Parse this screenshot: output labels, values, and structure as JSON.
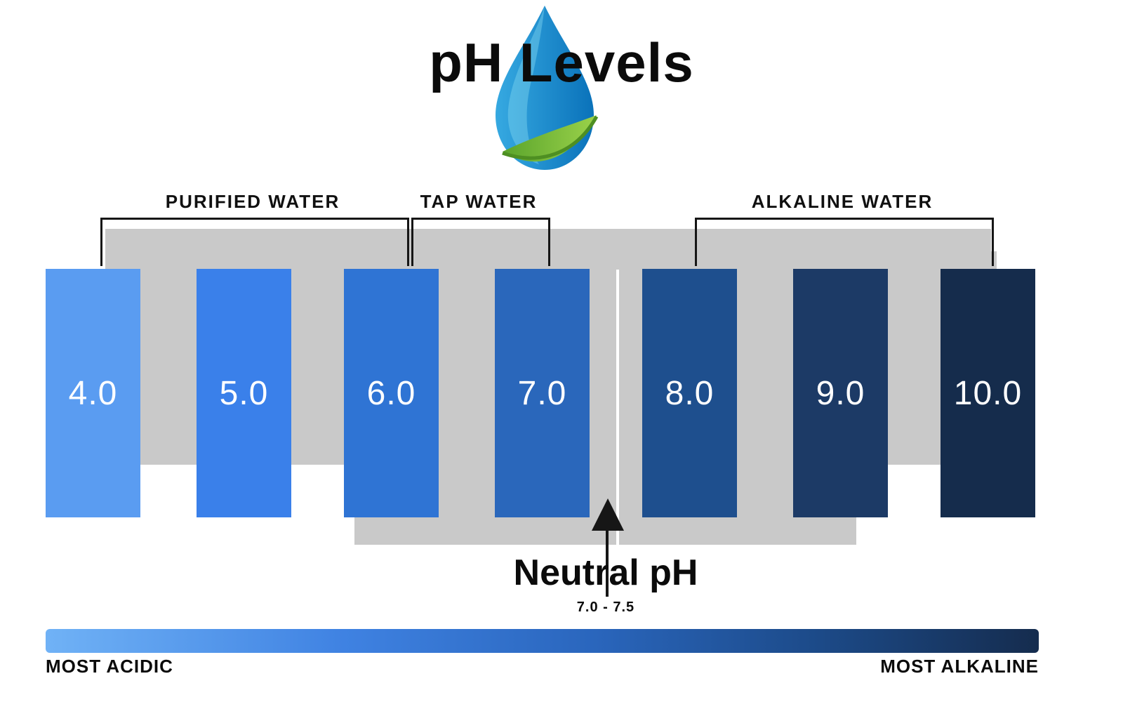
{
  "title": "pH Levels",
  "logo": {
    "icon": "water-drop-with-leaf",
    "drop_color_light": "#36a9e1",
    "drop_color_deep": "#0a72ba",
    "leaf_color_light": "#9bd24a",
    "leaf_color_deep": "#5aa42c"
  },
  "groups": [
    {
      "label": "PURIFIED WATER"
    },
    {
      "label": "TAP WATER"
    },
    {
      "label": "ALKALINE WATER"
    }
  ],
  "bars": [
    {
      "value": "4.0",
      "color": "#5a9cf1"
    },
    {
      "value": "5.0",
      "color": "#3a80ea"
    },
    {
      "value": "6.0",
      "color": "#2f74d4"
    },
    {
      "value": "7.0",
      "color": "#2a67bb"
    },
    {
      "value": "8.0",
      "color": "#1e4f8e"
    },
    {
      "value": "9.0",
      "color": "#1c3a66"
    },
    {
      "value": "10.0",
      "color": "#152c4c"
    }
  ],
  "pointer": {
    "heading": "Neutral pH",
    "subtext": "7.0 - 7.5"
  },
  "scale": {
    "left_label": "MOST ACIDIC",
    "right_label": "MOST ALKALINE",
    "gradient_css": "linear-gradient(90deg,#70b2f6 0%,#3f82e2 30%,#2a66bd 55%,#1c4a88 78%,#152c4e 100%)"
  }
}
